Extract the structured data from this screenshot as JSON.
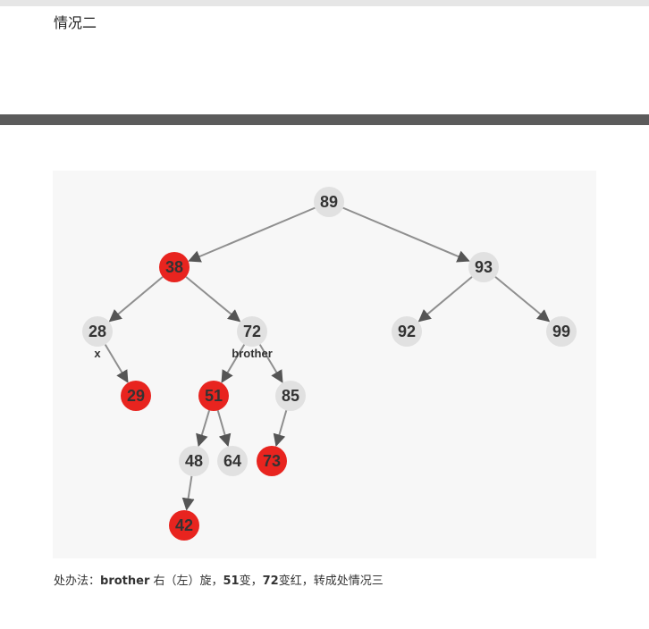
{
  "page": {
    "heading": "情况二",
    "caption": {
      "prefix": "处办法：",
      "brother": "brother",
      "t1": " 右（左）旋，",
      "n51": "51",
      "t2": "变，",
      "n72": "72",
      "t3": "变红，转成处情况三"
    }
  },
  "colors": {
    "red": "#e8241f",
    "gray": "#e1e1e1",
    "edge": "#8f8f8f",
    "text": "#333333"
  },
  "tree": {
    "nodes": [
      {
        "id": "89",
        "color": "gray"
      },
      {
        "id": "38",
        "color": "red"
      },
      {
        "id": "93",
        "color": "gray"
      },
      {
        "id": "28",
        "color": "gray"
      },
      {
        "id": "72",
        "color": "gray"
      },
      {
        "id": "92",
        "color": "gray"
      },
      {
        "id": "99",
        "color": "gray"
      },
      {
        "id": "29",
        "color": "red"
      },
      {
        "id": "51",
        "color": "red"
      },
      {
        "id": "85",
        "color": "gray"
      },
      {
        "id": "48",
        "color": "gray"
      },
      {
        "id": "64",
        "color": "gray"
      },
      {
        "id": "73",
        "color": "red"
      },
      {
        "id": "42",
        "color": "red"
      }
    ],
    "edges": [
      [
        "89",
        "38"
      ],
      [
        "89",
        "93"
      ],
      [
        "38",
        "28"
      ],
      [
        "38",
        "72"
      ],
      [
        "93",
        "92"
      ],
      [
        "93",
        "99"
      ],
      [
        "28",
        "29"
      ],
      [
        "72",
        "51"
      ],
      [
        "72",
        "85"
      ],
      [
        "51",
        "48"
      ],
      [
        "51",
        "64"
      ],
      [
        "85",
        "73"
      ],
      [
        "48",
        "42"
      ]
    ],
    "labels": [
      {
        "node": "28",
        "text": "x"
      },
      {
        "node": "72",
        "text": "brother"
      }
    ]
  }
}
